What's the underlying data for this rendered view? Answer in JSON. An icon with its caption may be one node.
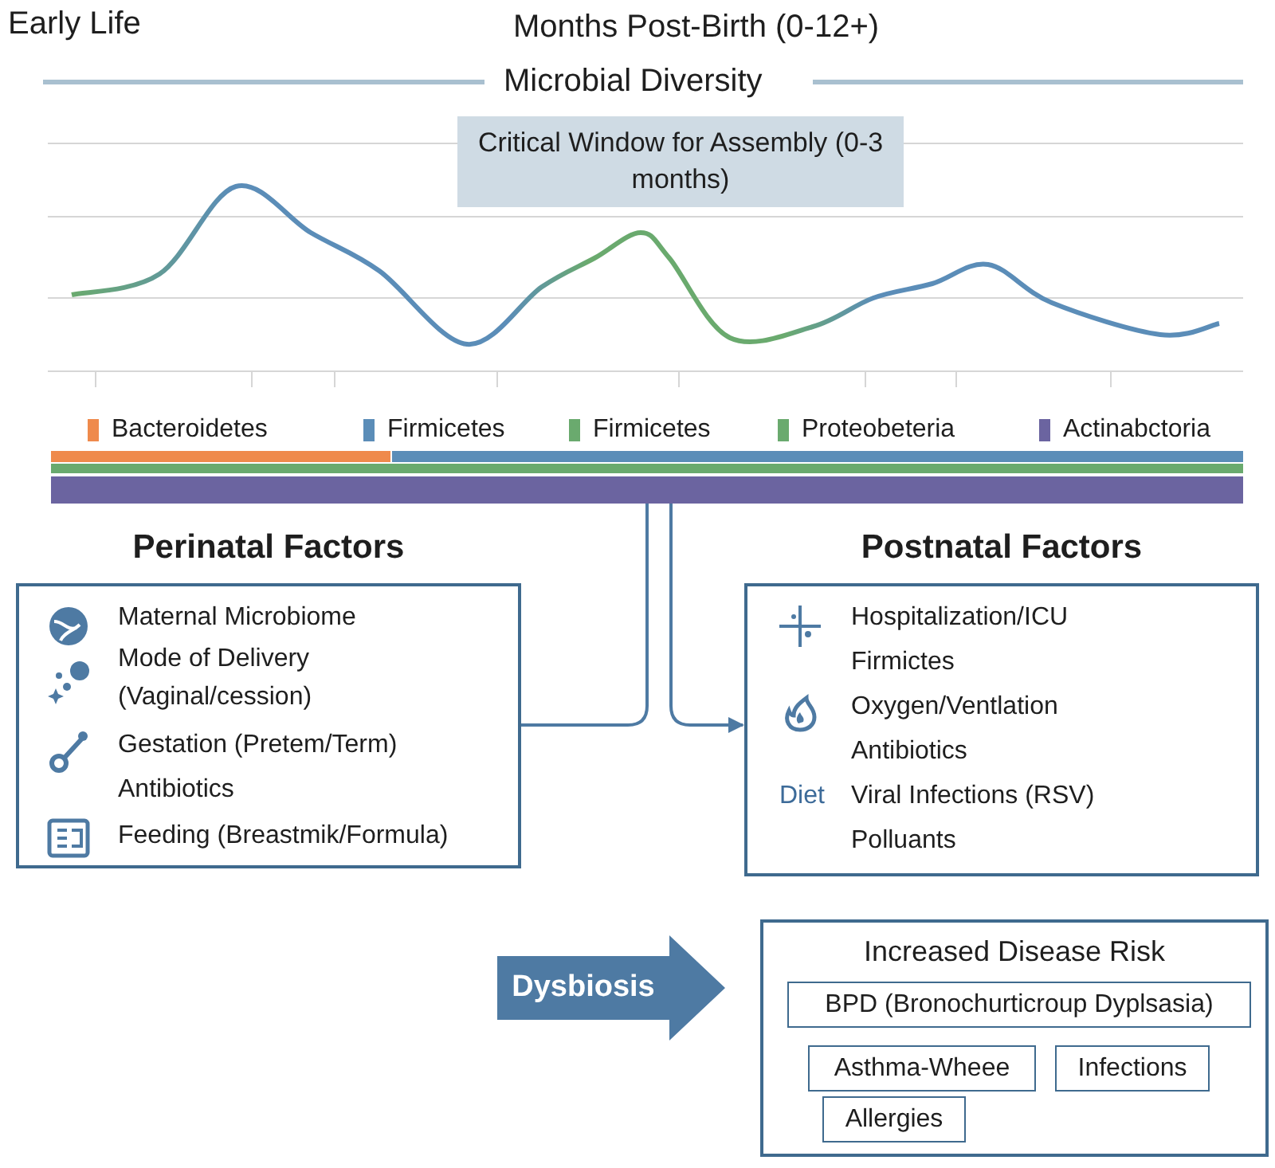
{
  "diagram": {
    "nodes": [
      {
        "text": [
          "Critical Window for Assembly (0-3 months)"
        ]
      },
      {
        "text": [],
        "shape": "bar"
      },
      {
        "text": [
          "Perinatal Factors",
          "Maternal Microbiome",
          "Mode of Delivery (Vaginal/cession)",
          "Gestation (Pretem/Term)",
          "Antibiotics",
          "Feeding (Breastmik/Formula)"
        ]
      },
      {
        "text": [
          "Postnatal Factors",
          "Hospitalization/ICU",
          "Firmictes",
          "Oxygen/Ventlation",
          "Antibiotics",
          "Diet",
          "Viral Infections (RSV)",
          "Polluants"
        ]
      },
      {
        "text": [
          "Dysbiosis"
        ]
      },
      {
        "text": [
          "Increased Disease Risk"
        ]
      },
      {
        "text": [
          "BPD (Bronochurticroup Dyplsasia)"
        ],
        "in": 5
      },
      {
        "text": [
          "Asthma-Wheee"
        ],
        "in": 5
      },
      {
        "text": [
          "Infections"
        ],
        "in": 5
      },
      {
        "text": [
          "Allergies"
        ],
        "in": 5
      }
    ],
    "edges": [
      {
        "from": 1,
        "to": 2,
        "arrow": "none"
      },
      {
        "from": 1,
        "to": 3,
        "arrow": "to"
      }
    ],
    "labels": [
      "Early Life",
      "Months Post-Birth (0-12+)",
      "Microbial Diversity"
    ],
    "legend": [
      {
        "text": "Bacteroidetes",
        "color": "#ef8a4c"
      },
      {
        "text": "Firmicetes",
        "color": "#5b8db8"
      },
      {
        "text": "Firmicetes",
        "color": "#6aaa6e"
      },
      {
        "text": "Proteobeteria",
        "color": "#6aaa6e"
      },
      {
        "text": "Actinabctoria",
        "color": "#6b64a0"
      }
    ]
  }
}
